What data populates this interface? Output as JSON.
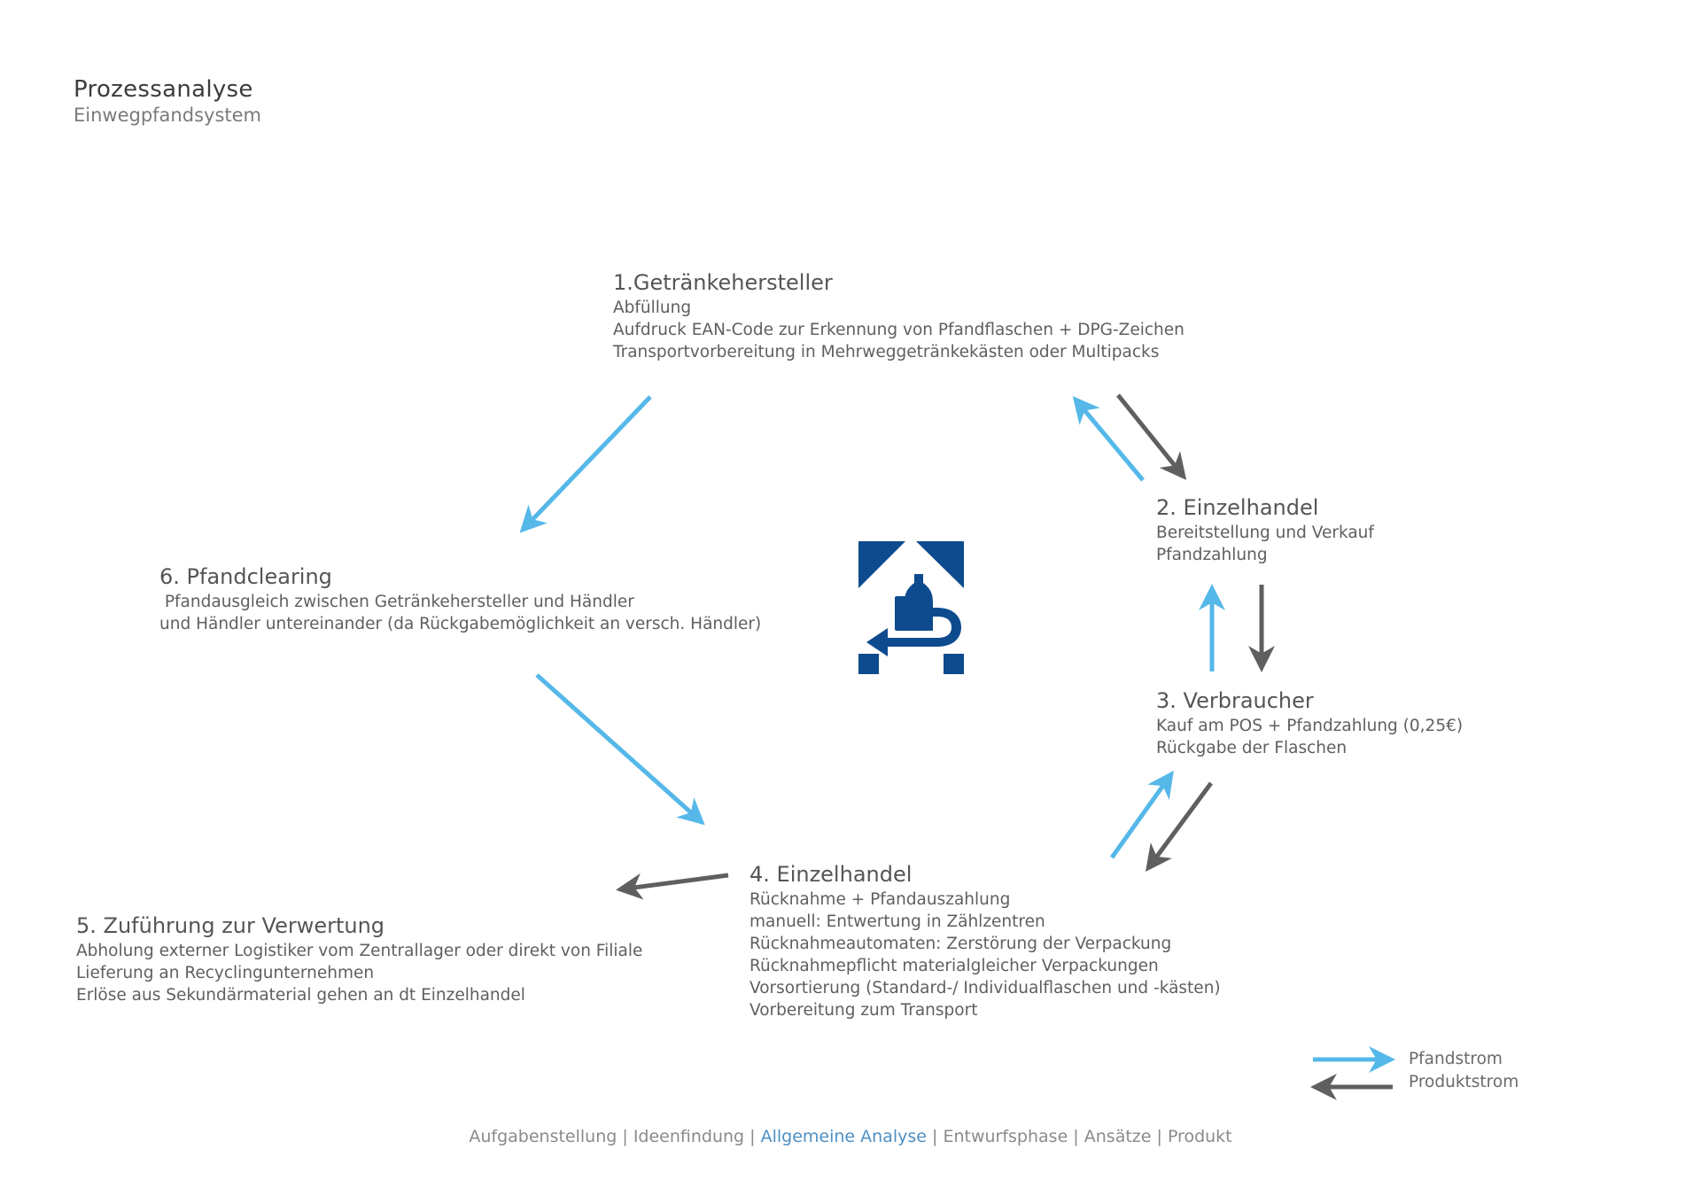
{
  "header": {
    "title": "Prozessanalyse",
    "subtitle": "Einwegpfandsystem"
  },
  "colors": {
    "pfandstrom": "#55b8e8",
    "produktstrom": "#5f5f5f",
    "logo": "#0d4b8e",
    "nav_active": "#4d8fc4"
  },
  "nodes": {
    "n1": {
      "title": "1.Getränkehersteller",
      "lines": [
        "Abfüllung",
        "Aufdruck EAN-Code zur Erkennung von Pfandflaschen + DPG-Zeichen",
        "Transportvorbereitung in Mehrweggetränkekästen oder Multipacks"
      ]
    },
    "n2": {
      "title": "2. Einzelhandel",
      "lines": [
        "Bereitstellung und Verkauf",
        "Pfandzahlung"
      ]
    },
    "n3": {
      "title": "3. Verbraucher",
      "lines": [
        "Kauf am POS + Pfandzahlung (0,25€)",
        "Rückgabe der Flaschen"
      ]
    },
    "n4": {
      "title": "4. Einzelhandel",
      "lines": [
        "Rücknahme + Pfandauszahlung",
        "manuell: Entwertung in Zählzentren",
        "Rücknahmeautomaten: Zerstörung der Verpackung",
        "Rücknahmepflicht materialgleicher Verpackungen",
        "Vorsortierung (Standard-/ Individualflaschen und -kästen)",
        "Vorbereitung zum Transport"
      ]
    },
    "n5": {
      "title": "5. Zuführung zur Verwertung",
      "lines": [
        "Abholung externer Logistiker vom Zentrallager oder direkt von Filiale",
        "Lieferung an Recyclingunternehmen",
        "Erlöse aus Sekundärmaterial gehen an dt Einzelhandel"
      ]
    },
    "n6": {
      "title": "6. Pfandclearing",
      "lines": [
        " Pfandausgleich zwischen Getränkehersteller und Händler",
        "und Händler untereinander (da Rückgabemöglichkeit an versch. Händler)"
      ]
    }
  },
  "legend": {
    "pfandstrom": "Pfandstrom",
    "produktstrom": "Produktstrom"
  },
  "nav": {
    "items": [
      "Aufgabenstellung",
      "Ideenfindung",
      "Allgemeine Analyse",
      "Entwurfsphase",
      "Ansätze",
      "Produkt"
    ],
    "active_index": 2,
    "separator": " | "
  }
}
